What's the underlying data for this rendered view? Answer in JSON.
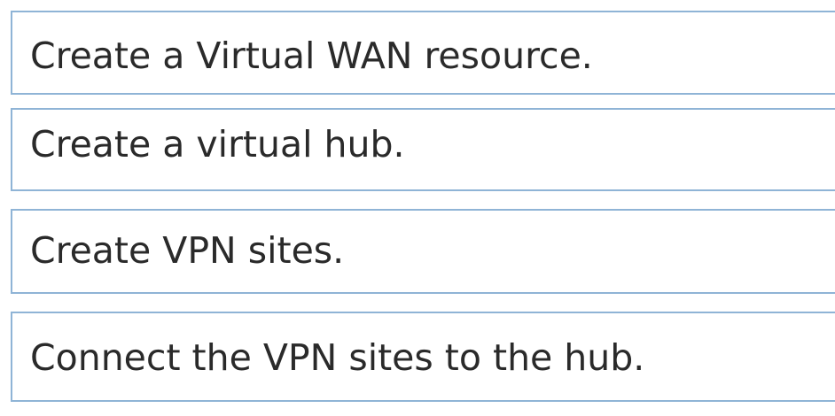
{
  "answer_items": [
    {
      "label": "Create a Virtual WAN resource."
    },
    {
      "label": "Create a virtual hub."
    },
    {
      "label": "Create VPN sites."
    },
    {
      "label": "Connect the VPN sites to the hub."
    }
  ],
  "colors": {
    "item_border": "#8fb4d6",
    "item_text": "#2a2a2a",
    "background": "#ffffff"
  }
}
